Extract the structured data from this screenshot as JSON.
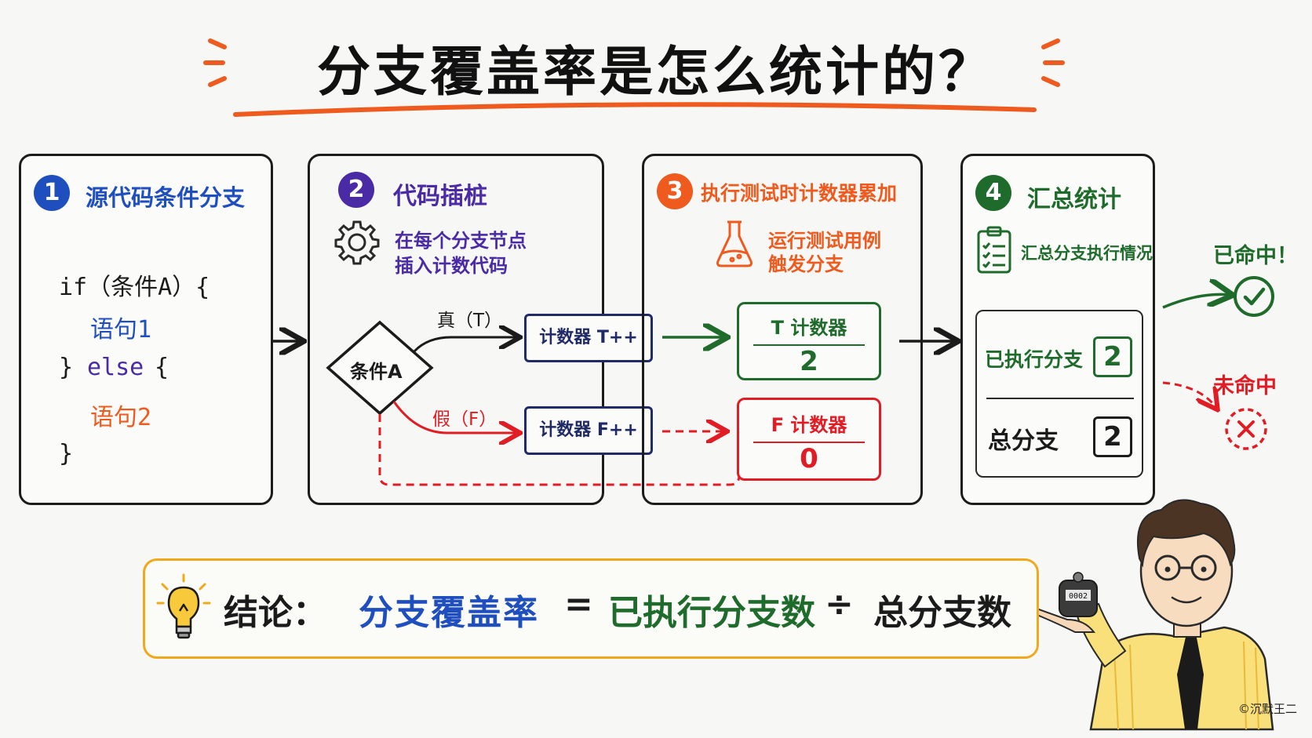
{
  "title": "分支覆盖率是怎么统计的？",
  "colors": {
    "blue": "#1f4fbf",
    "purple": "#4a2aa5",
    "orange": "#ef5a1e",
    "green": "#1f6b2c",
    "red": "#e21c24",
    "navy": "#1f2a66",
    "gold": "#f0a91b"
  },
  "step1": {
    "number": "1",
    "title": "源代码条件分支",
    "code": {
      "line1": "if（条件A）{",
      "line2": "语句1",
      "line3_brace": "}",
      "line3_else": "else",
      "line3_open": "{",
      "line4": "语句2",
      "line5": "}"
    }
  },
  "step2": {
    "number": "2",
    "title": "代码插桩",
    "icon": "gear-icon",
    "desc_line1": "在每个分支节点",
    "desc_line2": "插入计数代码",
    "condition": "条件A",
    "true_label": "真（T）",
    "false_label": "假（F）",
    "counter_t": "计数器 T++",
    "counter_f": "计数器 F++"
  },
  "step3": {
    "number": "3",
    "title": "执行测试时计数器累加",
    "icon": "flask-icon",
    "desc_line1": "运行测试用例",
    "desc_line2": "触发分支",
    "t_counter_label": "T 计数器",
    "t_counter_value": "2",
    "f_counter_label": "F 计数器",
    "f_counter_value": "0"
  },
  "step4": {
    "number": "4",
    "title": "汇总统计",
    "icon": "clipboard-checklist-icon",
    "desc": "汇总分支执行情况",
    "executed_label": "已执行分支",
    "executed_value": "2",
    "total_label": "总分支",
    "total_value": "2"
  },
  "outcomes": {
    "hit": "已命中！",
    "miss": "未命中"
  },
  "conclusion": {
    "icon": "lightbulb-icon",
    "prefix": "结论：",
    "term": "分支覆盖率",
    "equals": "=",
    "numerator": "已执行分支数",
    "divide": "÷",
    "denominator": "总分支数"
  },
  "watermark": "©沉默王二"
}
